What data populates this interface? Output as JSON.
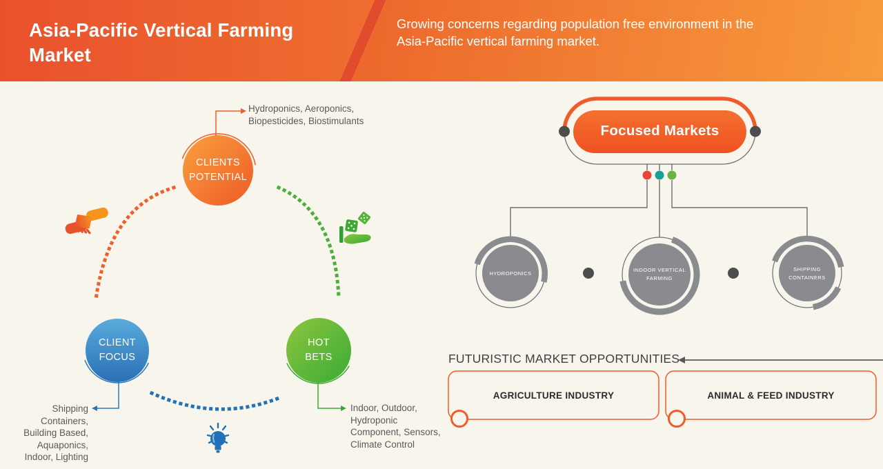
{
  "banner": {
    "title": "Asia-Pacific Vertical Farming\nMarket",
    "subtitle": "Growing concerns regarding population free environment in the\nAsia-Pacific vertical farming market.",
    "left_gradient": [
      "#e9512d",
      "#f7941d"
    ],
    "right_gradient": [
      "#ec682c",
      "#f89b3d"
    ],
    "stripe_color": "#e24c2c"
  },
  "bubble_map": {
    "nodes": [
      {
        "id": "clients-potential",
        "label": "CLIENTS\nPOTENTIAL",
        "color_from": "#f9a13f",
        "color_to": "#ee5a26",
        "annotation": "Hydroponics, Aeroponics,\nBiopesticides, Biostimulants"
      },
      {
        "id": "client-focus",
        "label": "CLIENT\nFOCUS",
        "color_from": "#5aabdc",
        "color_to": "#2a6fb5",
        "annotation": "Shipping\nContainers,\nBuilding Based,\nAquaponics,\nIndoor, Lighting"
      },
      {
        "id": "hot-bets",
        "label": "HOT\nBETS",
        "color_from": "#8dc63f",
        "color_to": "#3aaa35",
        "annotation": "Indoor, Outdoor,\nHydroponic\nComponent, Sensors,\nClimate Control"
      }
    ],
    "icons": [
      "handshake-icon",
      "dice-in-hand-icon",
      "lightbulb-icon"
    ]
  },
  "focused_markets": {
    "title": "Focused Markets",
    "pill_color": "#f15a29",
    "connector_dot_colors": [
      "#e8453c",
      "#1a9e96",
      "#6cb33f"
    ],
    "item_color": "#8a8b8e",
    "items": [
      {
        "label": "HYDROPONICS"
      },
      {
        "label": "INDOOR VERTICAL\nFARMING"
      },
      {
        "label": "SHIPPING\nCONTAINERS"
      }
    ]
  },
  "opportunities": {
    "heading": "FUTURISTIC MARKET OPPORTUNITIES",
    "border_color": "#f15a29",
    "boxes": [
      {
        "label": "AGRICULTURE INDUSTRY"
      },
      {
        "label": "ANIMAL & FEED INDUSTRY"
      }
    ]
  },
  "background_color": "#f8f6ec"
}
